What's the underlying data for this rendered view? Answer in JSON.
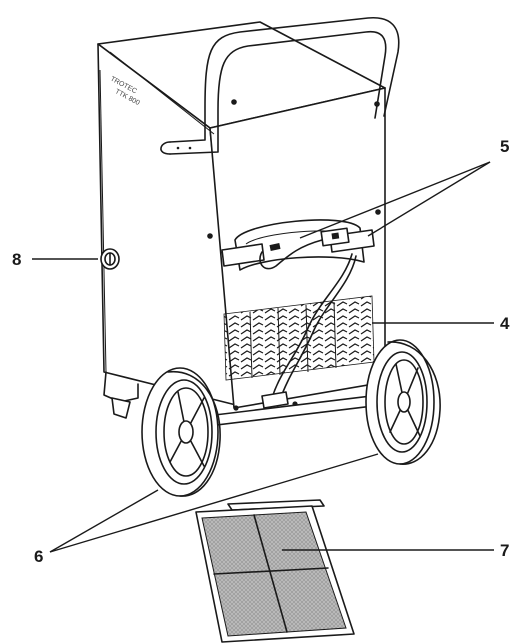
{
  "labels": {
    "l8": "8",
    "l5": "5",
    "l4": "4",
    "l6": "6",
    "l7": "7"
  },
  "logo": {
    "brand": "TROTEC",
    "model": "TTK 800"
  },
  "colors": {
    "ink": "#1a1a1a",
    "filter": "#b9b9b9",
    "background": "#ffffff"
  }
}
